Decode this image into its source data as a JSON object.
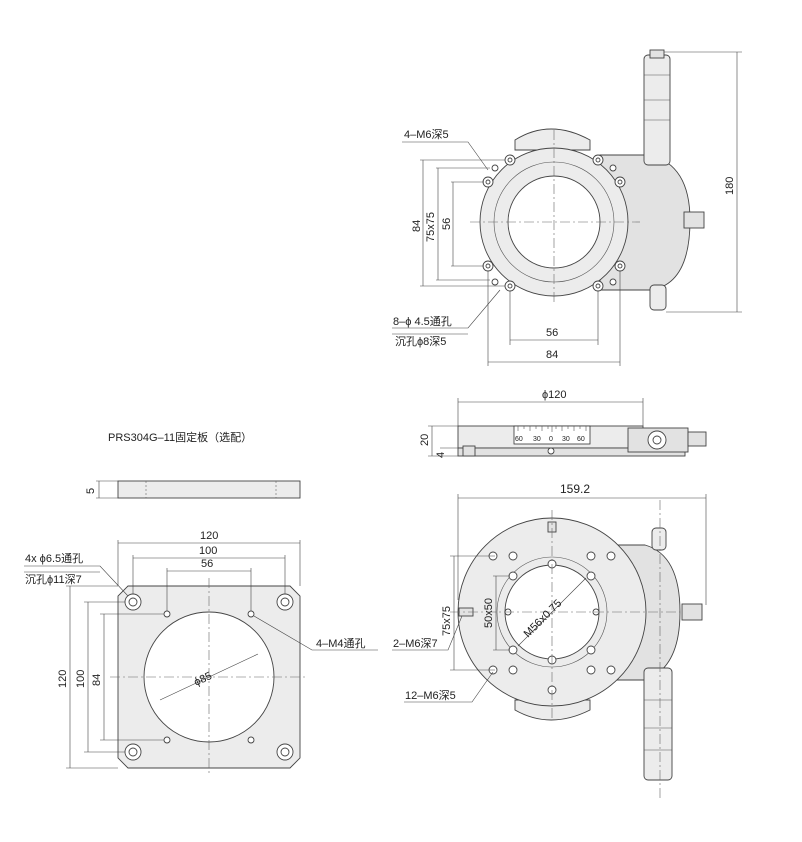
{
  "top_view": {
    "label_m6": "4–M6深5",
    "label_holes_1": "8–ϕ 4.5通孔",
    "label_holes_2": "沉孔ϕ8深5",
    "dim_84_v": "84",
    "dim_75x75": "75x75",
    "dim_56_v": "56",
    "dim_56_h": "56",
    "dim_84_h": "84",
    "dim_180": "180"
  },
  "side_view": {
    "dim_phi120": "ϕ120",
    "dim_20": "20",
    "dim_4": "4",
    "scale_60l": "60",
    "scale_30l": "30",
    "scale_0": "0",
    "scale_30r": "30",
    "scale_60r": "60"
  },
  "bottom_view": {
    "dim_159_2": "159.2",
    "dim_75x75": "75x75",
    "dim_50x50": "50x50",
    "dim_m56": "M56x0.75",
    "label_2m6": "2–M6深7",
    "label_12m6": "12–M6深5"
  },
  "plate": {
    "title": "PRS304G–11固定板（选配）",
    "dim_5": "5",
    "dim_120_h": "120",
    "dim_100_h": "100",
    "dim_56_h": "56",
    "label_holes_1": "4x ϕ6.5通孔",
    "label_holes_2": "沉孔ϕ11深7",
    "label_m4": "4–M4通孔",
    "dim_120_v": "120",
    "dim_100_v": "100",
    "dim_84_v": "84",
    "dim_phi85": "ϕ85"
  }
}
